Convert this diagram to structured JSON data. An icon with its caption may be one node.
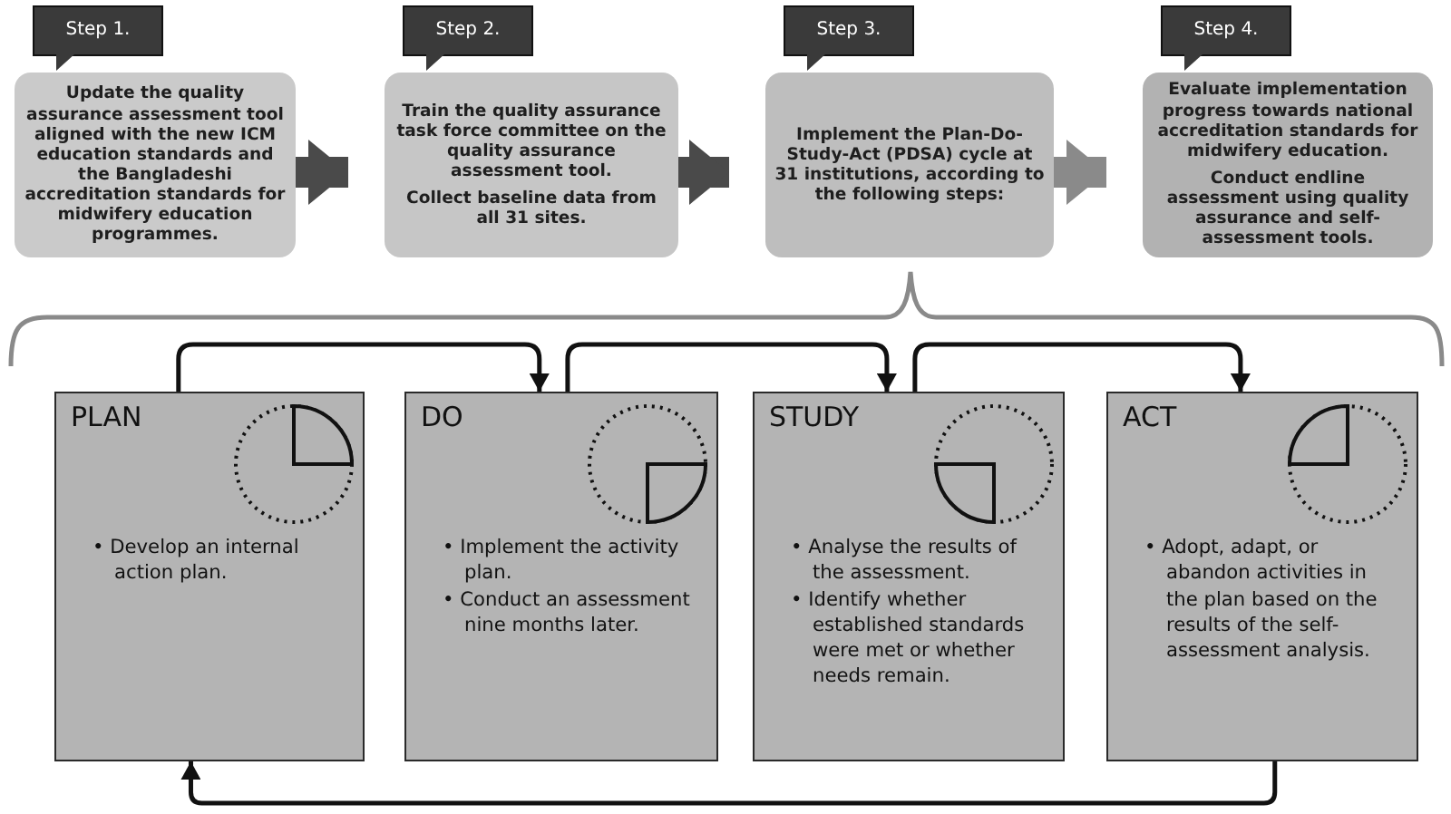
{
  "diagram": {
    "nodes": [
      {
        "text": [
          "Step 1.",
          "Update the quality assurance assessment tool aligned with the new ICM education standards and the Bangladeshi accreditation standards for midwifery education programmes."
        ]
      },
      {
        "text": [
          "Step 2.",
          "Train the quality assurance task force committee on the quality assurance assessment tool.",
          "Collect baseline data from all 31 sites."
        ]
      },
      {
        "text": [
          "Step 3.",
          "Implement the Plan-Do-Study-Act (PDSA) cycle at 31 institutions, according to the following steps:"
        ]
      },
      {
        "text": [
          "Step 4.",
          "Evaluate implementation progress towards national accreditation standards for midwifery education.",
          "Conduct endline assessment using quality assurance and self-assessment tools."
        ]
      },
      {
        "text": [
          "PLAN",
          "• Develop an internal action plan."
        ]
      },
      {
        "text": [
          "DO",
          "• Implement the activity plan.",
          "• Conduct an assessment nine months later."
        ]
      },
      {
        "text": [
          "STUDY",
          "• Analyse the results of the assessment.",
          "• Identify whether established standards were met or whether needs remain."
        ]
      },
      {
        "text": [
          "ACT",
          "• Adopt, adapt, or abandon activities in the plan based on the results of the self-assessment analysis."
        ]
      }
    ],
    "edges": [
      {
        "from": 0,
        "to": 1,
        "arrow": "to",
        "style": "thick"
      },
      {
        "from": 1,
        "to": 2,
        "arrow": "to",
        "style": "thick"
      },
      {
        "from": 2,
        "to": 3,
        "arrow": "to",
        "style": "thick",
        "color": "#8a8a8a"
      },
      {
        "from": 4,
        "to": 5,
        "arrow": "to"
      },
      {
        "from": 5,
        "to": 6,
        "arrow": "to"
      },
      {
        "from": 6,
        "to": 7,
        "arrow": "to"
      },
      {
        "from": 7,
        "to": 4,
        "arrow": "to"
      }
    ]
  }
}
